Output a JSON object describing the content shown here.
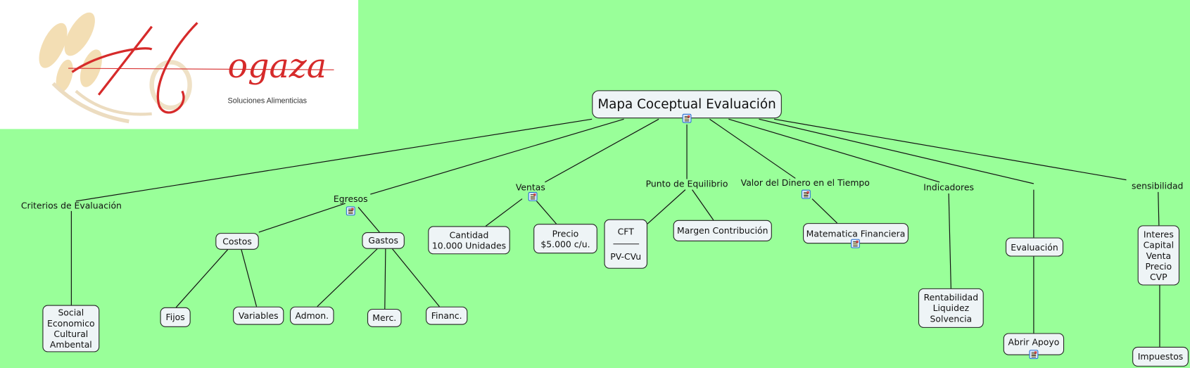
{
  "logo": {
    "brand": "Hogaza",
    "tagline": "Soluciones Alimenticias"
  },
  "root": {
    "label": "Mapa Coceptual Evaluación"
  },
  "branches": {
    "criterios": {
      "label": "Criterios de Evaluación",
      "child": "Social\nEconomico\nCultural\nAmbental"
    },
    "egresos": {
      "label": "Egresos",
      "costos": "Costos",
      "gastos": "Gastos",
      "fijos": "Fijos",
      "variables": "Variables",
      "admon": "Admon.",
      "merc": "Merc.",
      "financ": "Financ."
    },
    "ventas": {
      "label": "Ventas",
      "cantidad": "Cantidad\n10.000 Unidades",
      "precio": "Precio\n$5.000 c/u."
    },
    "punto": {
      "label": "Punto de Equilibrio",
      "cft_top": "CFT",
      "cft_bottom": "PV-CVu",
      "margen": "Margen Contribución"
    },
    "valor": {
      "label": "Valor del Dinero en el Tiempo",
      "matematica": "Matematica Financiera"
    },
    "indicadores": {
      "label": "Indicadores",
      "child": "Rentabilidad\nLiquidez\nSolvencia"
    },
    "evaluacion": {
      "label": "Evaluación",
      "child": "Abrir Apoyo"
    },
    "sensibilidad": {
      "label": "sensibilidad",
      "child": "Interes\nCapital\nVenta\nPrecio\nCVP",
      "grandchild": "Impuestos"
    }
  }
}
